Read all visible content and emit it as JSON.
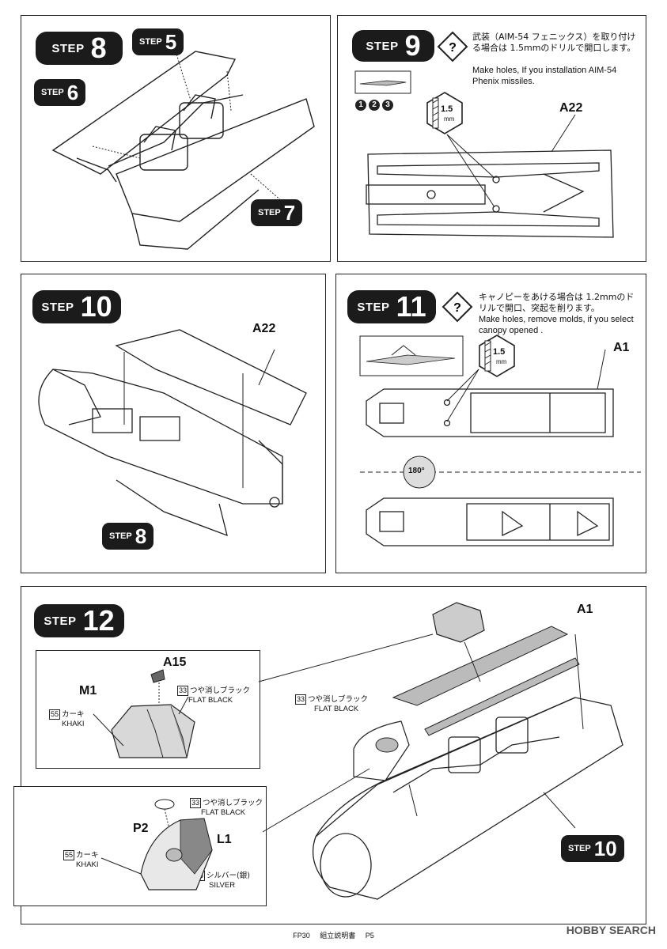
{
  "steps": {
    "s8": {
      "word": "STEP",
      "num": "8",
      "sub": [
        {
          "word": "STEP",
          "num": "5"
        },
        {
          "word": "STEP",
          "num": "6"
        },
        {
          "word": "STEP",
          "num": "7"
        }
      ]
    },
    "s9": {
      "word": "STEP",
      "num": "9",
      "note_jp": "武装（AIM-54 フェニックス）を取り付ける場合は 1.5mmのドリルで開口します。",
      "note_en": "Make holes, If you installation AIM-54 Phenix missiles.",
      "drill": "1.5",
      "drill_unit": "mm",
      "part": "A22",
      "options": [
        "1",
        "2",
        "3"
      ]
    },
    "s10": {
      "word": "STEP",
      "num": "10",
      "part": "A22",
      "sub": {
        "word": "STEP",
        "num": "8"
      }
    },
    "s11": {
      "word": "STEP",
      "num": "11",
      "note_jp": "キャノピーをあける場合は 1.2mmのドリルで開口、突起を削ります。",
      "note_en": "Make holes, remove molds, if you select canopy opened .",
      "drill": "1.5",
      "drill_unit": "mm",
      "part": "A1",
      "rotate": "180°"
    },
    "s12": {
      "word": "STEP",
      "num": "12",
      "part_a1": "A1",
      "part_a15": "A15",
      "part_m1": "M1",
      "part_p2": "P2",
      "part_l1": "L1",
      "sub": {
        "word": "STEP",
        "num": "10"
      },
      "paint_flat_black_main": {
        "code": "33",
        "jp": "つや消しブラック",
        "en": "FLAT BLACK"
      },
      "detail1": {
        "flat_black": {
          "code": "33",
          "jp": "つや消しブラック",
          "en": "FLAT BLACK"
        },
        "khaki": {
          "code": "55",
          "jp": "カーキ",
          "en": "KHAKI"
        }
      },
      "detail2": {
        "flat_black": {
          "code": "33",
          "jp": "つや消しブラック",
          "en": "FLAT BLACK"
        },
        "khaki": {
          "code": "55",
          "jp": "カーキ",
          "en": "KHAKI"
        },
        "silver": {
          "code": "8",
          "jp": "シルバー(銀)",
          "en": "SILVER"
        }
      }
    }
  },
  "footer": {
    "code": "FP30",
    "title": "組立説明書",
    "page": "P5"
  },
  "watermark": "HOBBY SEARCH"
}
